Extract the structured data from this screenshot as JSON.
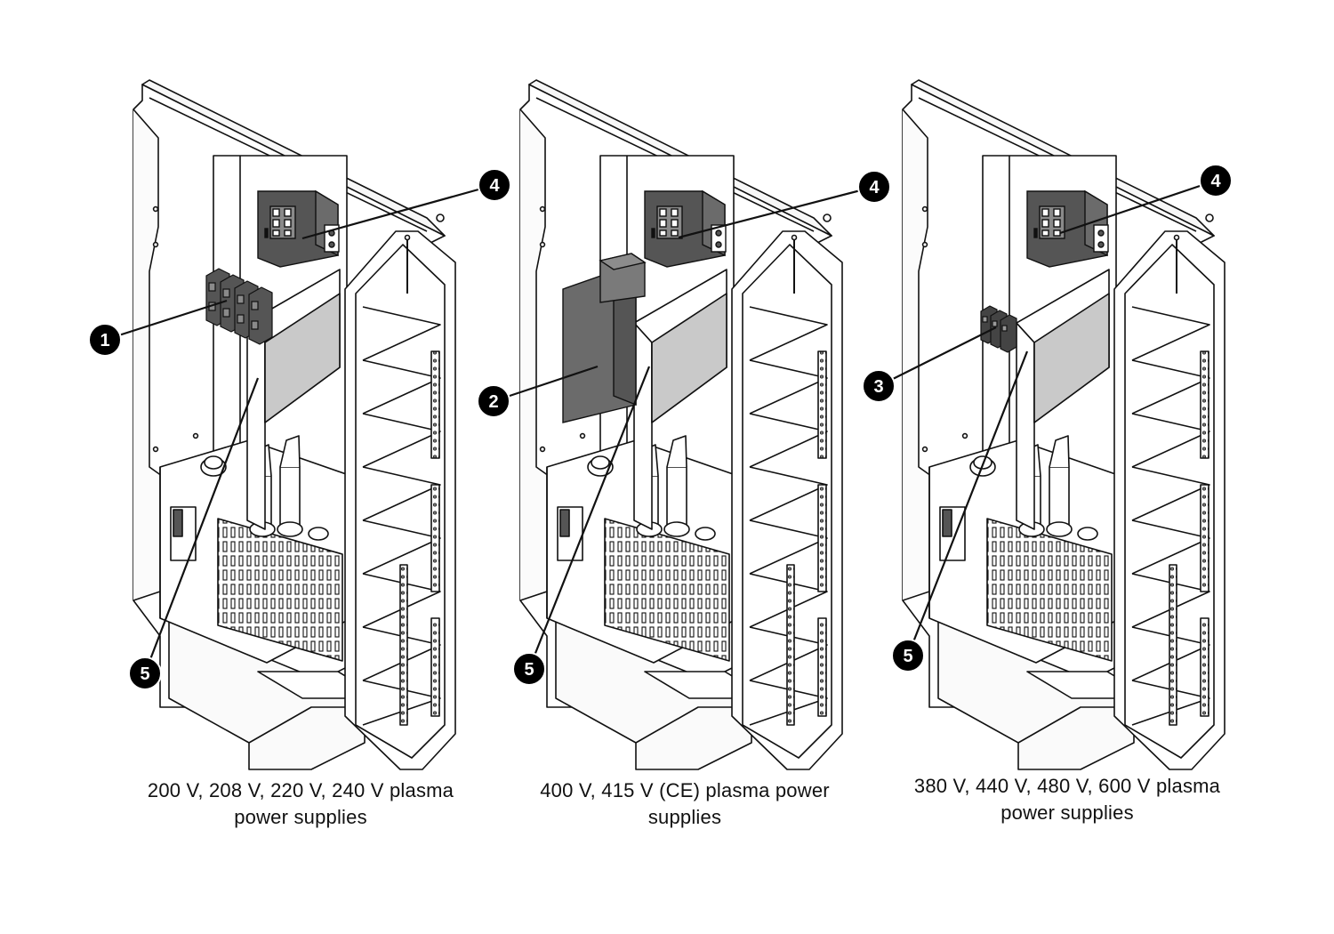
{
  "figure": {
    "panels": [
      {
        "id": "low-voltage",
        "caption_line1": "200 V, 208 V, 220 V, 240 V plasma",
        "caption_line2": "power supplies",
        "component_type": "terminal-block",
        "callouts": [
          {
            "number": "1",
            "target": "terminal-block"
          },
          {
            "number": "4",
            "target": "control-box"
          },
          {
            "number": "5",
            "target": "inner-panel"
          }
        ]
      },
      {
        "id": "ce",
        "caption_line1": "400 V, 415 V (CE) plasma power",
        "caption_line2": "supplies",
        "component_type": "transformer",
        "callouts": [
          {
            "number": "2",
            "target": "transformer"
          },
          {
            "number": "4",
            "target": "control-box"
          },
          {
            "number": "5",
            "target": "inner-panel"
          }
        ]
      },
      {
        "id": "high-voltage",
        "caption_line1": "380 V, 440 V, 480 V, 600 V plasma",
        "caption_line2": "power supplies",
        "component_type": "small-terminal-block",
        "callouts": [
          {
            "number": "3",
            "target": "small-terminal-block"
          },
          {
            "number": "4",
            "target": "control-box"
          },
          {
            "number": "5",
            "target": "inner-panel"
          }
        ]
      }
    ],
    "colors": {
      "line": "#111111",
      "component_dark": "#555555",
      "component_mid": "#6b6b6b",
      "panel_gray": "#c9c9c9",
      "callout_fill": "#000000"
    }
  }
}
